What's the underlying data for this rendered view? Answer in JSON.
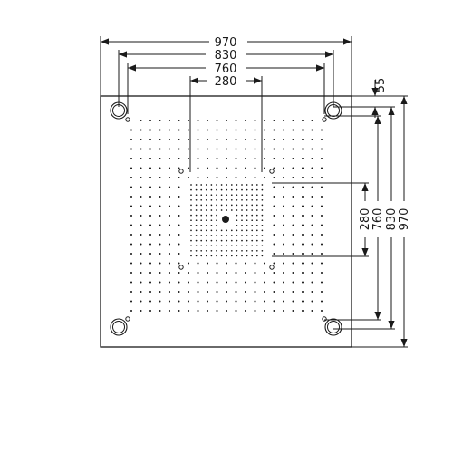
{
  "dimensions": {
    "top": [
      "970",
      "830",
      "760",
      "280"
    ],
    "top_right_small": "55",
    "right": [
      "280",
      "760",
      "830",
      "970"
    ]
  }
}
